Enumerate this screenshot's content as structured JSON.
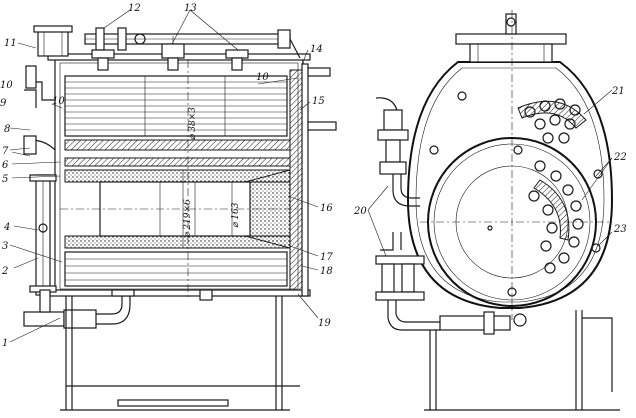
{
  "callouts": {
    "c1": "1",
    "c2": "2",
    "c3": "3",
    "c4": "4",
    "c5": "5",
    "c6": "6",
    "c7": "7",
    "c8": "8",
    "c9": "9",
    "c10a": "10",
    "c10b": "10",
    "c10c": "10",
    "c11": "11",
    "c12": "12",
    "c13": "13",
    "c14": "14",
    "c15": "15",
    "c16": "16",
    "c17": "17",
    "c18": "18",
    "c19": "19",
    "c20": "20",
    "c21": "21",
    "c22": "22",
    "c23": "23"
  },
  "dimensions": {
    "pipe": "⌀ 38×3",
    "flue": "⌀ 219×6",
    "inner": "⌀ 163"
  }
}
